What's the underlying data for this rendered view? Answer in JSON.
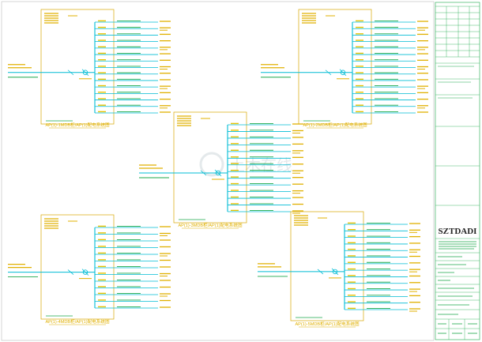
{
  "sheet": {
    "panels": [
      {
        "id": "panel-top-left",
        "title": "AP(1)-1MDB柜/AP(1)配电系统图"
      },
      {
        "id": "panel-top-right",
        "title": "AP(1)-2MDB柜/AP(1)配电系统图"
      },
      {
        "id": "panel-center",
        "title": "AP(1)-3MDB柜/AP(1)配电系统图"
      },
      {
        "id": "panel-bottom-left",
        "title": "AP(1)-4MDB柜/AP(1)配电系统图"
      },
      {
        "id": "panel-bottom-right",
        "title": "AP(1)-5MDB柜/AP(1)配电系统图"
      }
    ],
    "watermark": "土木在线"
  },
  "title_block": {
    "logo": "SZTDADI"
  },
  "colors": {
    "background": "#ffffff",
    "bus": "#00bcd4",
    "panel_frame": "#d8a800",
    "text_yellow": "#e0b000",
    "text_green": "#1aa84a",
    "breaker": "#e6c200",
    "title_block_line": "#1aa84a",
    "watermark": "#cfd8dc"
  }
}
